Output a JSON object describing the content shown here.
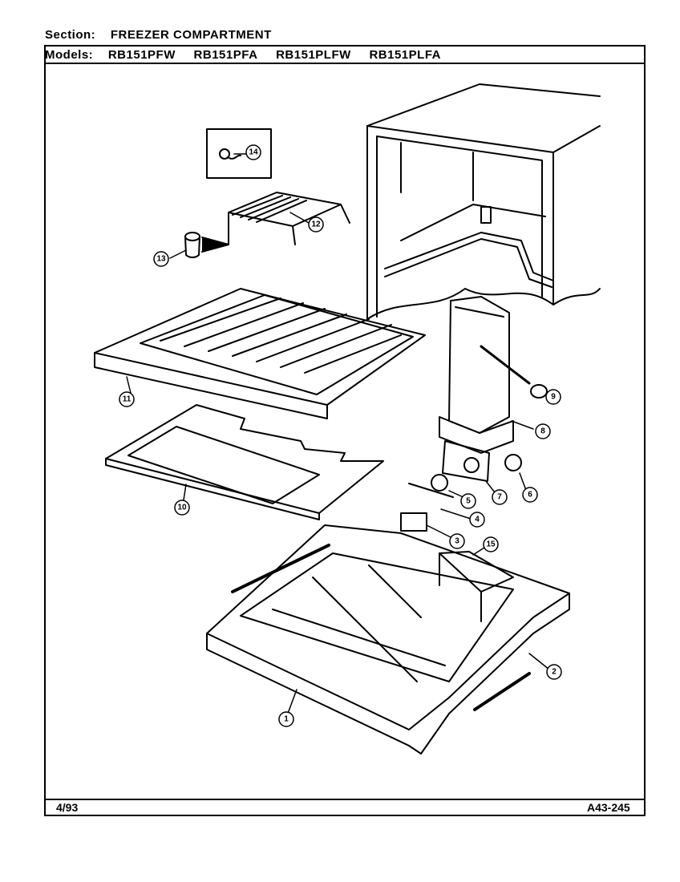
{
  "header": {
    "section_label": "Section:",
    "section_value": "FREEZER COMPARTMENT",
    "models_label": "Models:",
    "models": [
      "RB151PFW",
      "RB151PFA",
      "RB151PLFW",
      "RB151PLFA"
    ]
  },
  "footer": {
    "date": "4/93",
    "code": "A43-245"
  },
  "callouts": [
    "1",
    "2",
    "3",
    "4",
    "5",
    "6",
    "7",
    "8",
    "9",
    "10",
    "11",
    "12",
    "13",
    "14",
    "15"
  ]
}
